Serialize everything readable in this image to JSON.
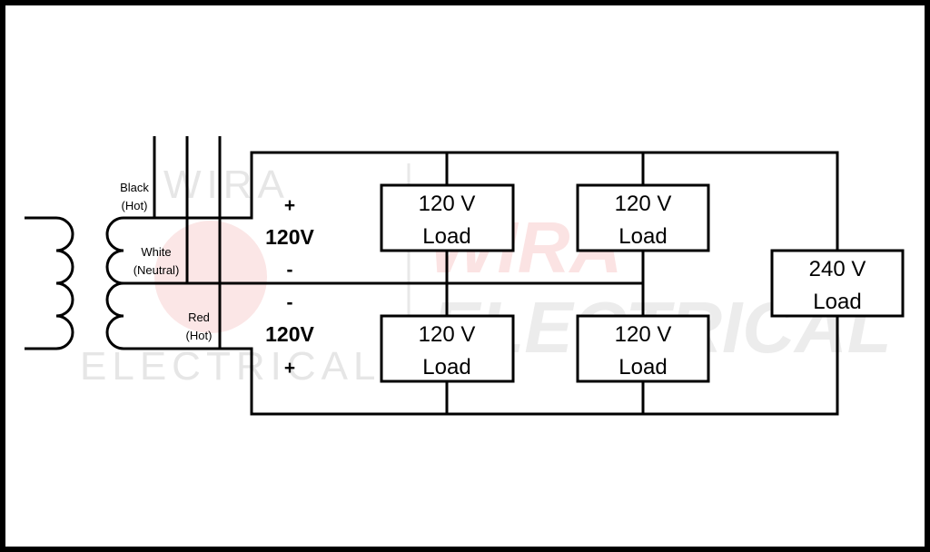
{
  "watermark": {
    "left_top": "WIRA",
    "left_bottom": "ELECTRICAL",
    "right_top": "WIRA",
    "right_bottom": "ELECTRICAL",
    "red": "#f2b8b8",
    "gray": "#dcdcdc"
  },
  "transformer": {
    "black_line1": "Black",
    "black_line2": "(Hot)",
    "white_line1": "White",
    "white_line2": "(Neutral)",
    "red_line1": "Red",
    "red_line2": "(Hot)"
  },
  "upper_leg": {
    "plus": "+",
    "voltage": "120V",
    "minus": "-"
  },
  "lower_leg": {
    "minus": "-",
    "voltage": "120V",
    "plus": "+"
  },
  "loads": [
    {
      "line1": "120 V",
      "line2": "Load"
    },
    {
      "line1": "120 V",
      "line2": "Load"
    },
    {
      "line1": "120 V",
      "line2": "Load"
    },
    {
      "line1": "120 V",
      "line2": "Load"
    },
    {
      "line1": "240 V",
      "line2": "Load"
    }
  ]
}
